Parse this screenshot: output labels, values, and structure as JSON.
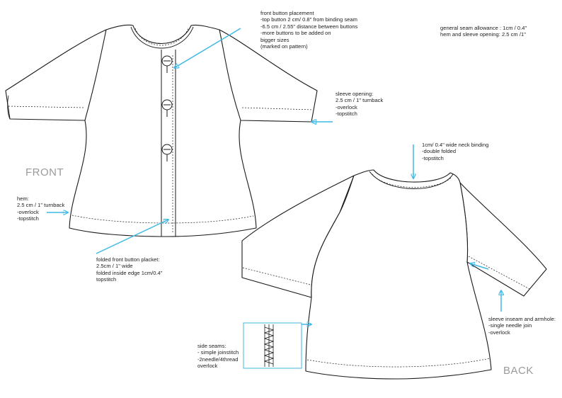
{
  "labels": {
    "front": "FRONT",
    "back": "BACK"
  },
  "notes": {
    "button_placement": {
      "lines": [
        "front button placement",
        "-top button 2 cm/ 0.8\" from binding seam",
        "-6.5 cm / 2.55\" distance between buttons",
        "-more buttons to be added on",
        "bigger sizes",
        "(marked on pattern)"
      ]
    },
    "general": {
      "lines": [
        "general seam allowance : 1cm / 0.4\"",
        "hem and sleeve opening: 2.5 cm /1\""
      ]
    },
    "sleeve_opening": {
      "lines": [
        "sleeve opening:",
        "2.5 cm / 1\" turnback",
        "-overlock",
        "-topstitch"
      ]
    },
    "neck_binding": {
      "lines": [
        "1cm/ 0.4\" wide neck binding",
        "-double folded",
        "-topstitch"
      ]
    },
    "hem": {
      "lines": [
        "hem:",
        "2.5 cm / 1\" turnback",
        "-overlock",
        "-topstitch"
      ]
    },
    "placket": {
      "lines": [
        "folded front button placket:",
        "2.5cm / 1\" wide",
        "folded inside edge 1cm/0.4\"",
        "topstitch"
      ]
    },
    "sleeve_inseam": {
      "lines": [
        "sleeve inseam and armhole:",
        "-single needle join",
        "-overlock"
      ]
    },
    "side_seams": {
      "lines": [
        "side seams:",
        "- simple joinstitch",
        "-2needle/4thread",
        " overlock"
      ]
    }
  },
  "colors": {
    "arrow": "#3fb8e6",
    "outline": "#1a1a1a",
    "label_gray": "#9a9a9a"
  }
}
